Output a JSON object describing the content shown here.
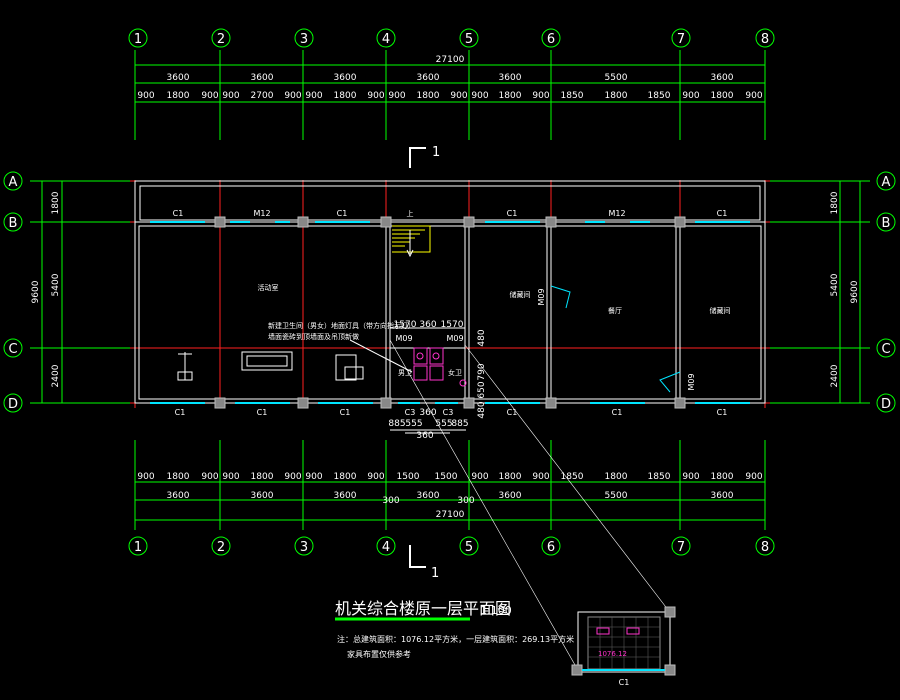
{
  "drawing": {
    "title": "机关综合楼原一层平面图",
    "scale": "1:100",
    "note_line1": "注：总建筑面积：1076.12平方米，一层建筑面积：269.13平方米",
    "note_line2": "家具布置仅供参考",
    "section_mark": "1",
    "accent_green": "#00ff00",
    "grid_red": "#ff2020",
    "window_cyan": "#00e5ff",
    "toilet_magenta": "#ff33cc"
  },
  "axes": {
    "columns": [
      "1",
      "2",
      "3",
      "4",
      "5",
      "6",
      "7",
      "8"
    ],
    "rows": [
      "A",
      "B",
      "C",
      "D"
    ]
  },
  "dims_top": {
    "total": "27100",
    "bays": [
      "3600",
      "3600",
      "3600",
      "3600",
      "3600",
      "5500",
      "3600"
    ],
    "details": [
      "900",
      "1800",
      "900",
      "900",
      "2700",
      "900",
      "900",
      "1800",
      "900",
      "900",
      "1800",
      "900",
      "900",
      "1800",
      "900",
      "1850",
      "1800",
      "1850",
      "900",
      "1800",
      "900"
    ]
  },
  "dims_bottom": {
    "total": "27100",
    "bays": [
      "3600",
      "3600",
      "3600",
      "3600",
      "3600",
      "5500",
      "3600"
    ],
    "details": [
      "900",
      "1800",
      "900",
      "900",
      "1800",
      "900",
      "900",
      "1800",
      "900",
      "1500",
      "1500",
      "900",
      "1800",
      "900",
      "1850",
      "1800",
      "1850",
      "900",
      "1800",
      "900"
    ],
    "extra": [
      "300",
      "300"
    ]
  },
  "dims_side": {
    "left": [
      "1800",
      "5400",
      "2400"
    ],
    "left_total": "9600",
    "right": [
      "1800",
      "5400",
      "2400"
    ],
    "right_total": "9600"
  },
  "labels": {
    "windows": [
      "C1",
      "C1",
      "C1",
      "C1",
      "C1",
      "C1",
      "C1",
      "C1",
      "C1",
      "C1",
      "C3",
      "C3"
    ],
    "doors_m12": [
      "M12",
      "M12"
    ],
    "doors_m09": [
      "M09",
      "M09",
      "M09",
      "M09"
    ],
    "stair": "上",
    "rooms": [
      "活动室",
      "储藏间",
      "餐厅",
      "储藏间"
    ],
    "wc": [
      "男卫",
      "女卫"
    ],
    "note_wc_1": "新建卫生间（男女）地面灯具（带方向指示灯）",
    "note_wc_2": "墙面瓷砖到顶墙面及吊顶新做",
    "toilet_dims": [
      "1570",
      "360",
      "1570",
      "480",
      "790",
      "650",
      "480"
    ],
    "toilet_bottom": [
      "885",
      "555",
      "360",
      "555",
      "885",
      "360"
    ],
    "inset_label": "1076.12",
    "inset_window": "C1"
  }
}
